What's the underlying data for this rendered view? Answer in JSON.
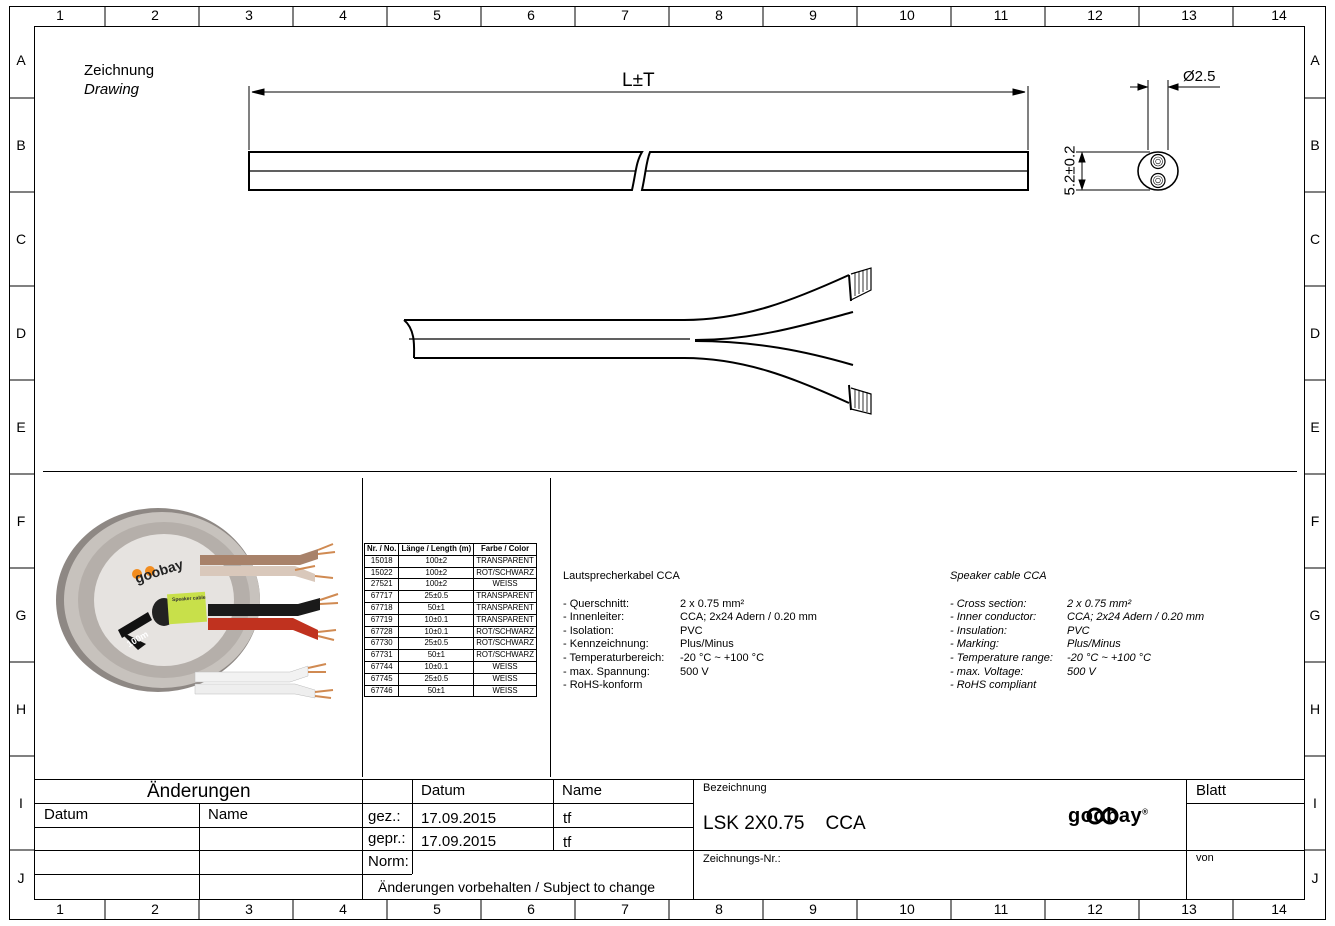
{
  "grid": {
    "columns": [
      "1",
      "2",
      "3",
      "4",
      "5",
      "6",
      "7",
      "8",
      "9",
      "10",
      "11",
      "12",
      "13",
      "14"
    ],
    "rows": [
      "A",
      "B",
      "C",
      "D",
      "E",
      "F",
      "G",
      "H",
      "I",
      "J"
    ]
  },
  "drawing": {
    "title_de": "Zeichnung",
    "title_en": "Drawing",
    "length_label": "L±T",
    "diameter_label": "Ø2.5",
    "height_label": "5.2±0.2"
  },
  "table": {
    "headers": [
      "Nr. / No.",
      "Länge / Length (m)",
      "Farbe / Color"
    ],
    "rows": [
      [
        "15018",
        "100±2",
        "TRANSPARENT"
      ],
      [
        "15022",
        "100±2",
        "ROT/SCHWARZ"
      ],
      [
        "27521",
        "100±2",
        "WEISS"
      ],
      [
        "67717",
        "25±0.5",
        "TRANSPARENT"
      ],
      [
        "67718",
        "50±1",
        "TRANSPARENT"
      ],
      [
        "67719",
        "10±0.1",
        "TRANSPARENT"
      ],
      [
        "67728",
        "10±0.1",
        "ROT/SCHWARZ"
      ],
      [
        "67730",
        "25±0.5",
        "ROT/SCHWARZ"
      ],
      [
        "67731",
        "50±1",
        "ROT/SCHWARZ"
      ],
      [
        "67744",
        "10±0.1",
        "WEISS"
      ],
      [
        "67745",
        "25±0.5",
        "WEISS"
      ],
      [
        "67746",
        "50±1",
        "WEISS"
      ]
    ]
  },
  "product": {
    "spool_brand": "goobay",
    "spool_label": "Speaker cable",
    "spool_length": "100m"
  },
  "spec_de": {
    "title": "Lautsprecherkabel CCA",
    "rows": [
      [
        "Querschnitt:",
        "2 x 0.75 mm²"
      ],
      [
        "Innenleiter:",
        "CCA; 2x24 Adern / 0.20 mm"
      ],
      [
        "Isolation:",
        "PVC"
      ],
      [
        "Kennzeichnung:",
        "Plus/Minus"
      ],
      [
        "Temperaturbereich:",
        "-20 °C ~ +100 °C"
      ],
      [
        "max. Spannung:",
        "500 V"
      ],
      [
        "RoHS-konform",
        ""
      ]
    ]
  },
  "spec_en": {
    "title": "Speaker cable CCA",
    "rows": [
      [
        "Cross section:",
        "2 x 0.75 mm²"
      ],
      [
        "Inner conductor:",
        "CCA; 2x24 Adern / 0.20 mm"
      ],
      [
        "Insulation:",
        "PVC"
      ],
      [
        "Marking:",
        "Plus/Minus"
      ],
      [
        "Temperature range:",
        "-20 °C ~ +100 °C"
      ],
      [
        "max. Voltage:",
        "500 V"
      ],
      [
        "RoHS compliant",
        ""
      ]
    ]
  },
  "title_block": {
    "changes": "Änderungen",
    "date_col": "Datum",
    "name_col": "Name",
    "datum": "Datum",
    "name": "Name",
    "gez_label": "gez.:",
    "gez_date": "17.09.2015",
    "gez_name": "tf",
    "gepr_label": "gepr.:",
    "gepr_date": "17.09.2015",
    "gepr_name": "tf",
    "norm_label": "Norm:",
    "subject_to_change": "Änderungen vorbehalten / Subject to change",
    "designation_label": "Bezeichnung",
    "designation": "LSK 2X0.75    CCA",
    "drawing_no_label": "Zeichnungs-Nr.:",
    "sheet_label": "Blatt",
    "of_label": "von",
    "brand": "goobay",
    "brand_mark": "®"
  },
  "colors": {
    "line": "#000000",
    "cable_red": "#c0321f",
    "cable_black": "#1a1a1a",
    "copper": "#d08a52",
    "spool_grey": "#9a9490",
    "label_green": "#c8e04a"
  }
}
